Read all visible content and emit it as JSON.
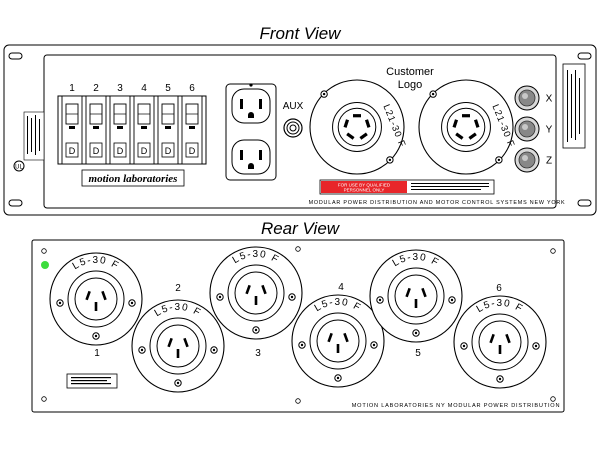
{
  "titles": {
    "front": "Front View",
    "rear": "Rear View"
  },
  "front": {
    "breaker_numbers": [
      "1",
      "2",
      "3",
      "4",
      "5",
      "6"
    ],
    "breaker_letter": "D",
    "aux_label": "AUX",
    "logo_line1": "Customer",
    "logo_line2": "Logo",
    "left_twistlock_label": "L21-30 F",
    "right_twistlock_label": "L21-30 F",
    "indicator_labels": [
      "X",
      "Y",
      "Z"
    ],
    "brand": "motion laboratories",
    "bottom_text": "MODULAR POWER DISTRIBUTION AND MOTOR CONTROL SYSTEMS  NEW YORK",
    "warning_text_line1": "FOR USE BY QUALIFIED",
    "warning_text_line2": "PERSONNEL ONLY",
    "ul_mark": "UL",
    "colors": {
      "warning_red": "#e8262a",
      "status_led": "#3ddc3d"
    }
  },
  "rear": {
    "receptacle_label": "L5-30 F",
    "outlet_numbers": [
      "1",
      "2",
      "3",
      "4",
      "5",
      "6"
    ],
    "bottom_text": "MOTION LABORATORIES  NY MODULAR POWER DISTRIBUTION"
  }
}
